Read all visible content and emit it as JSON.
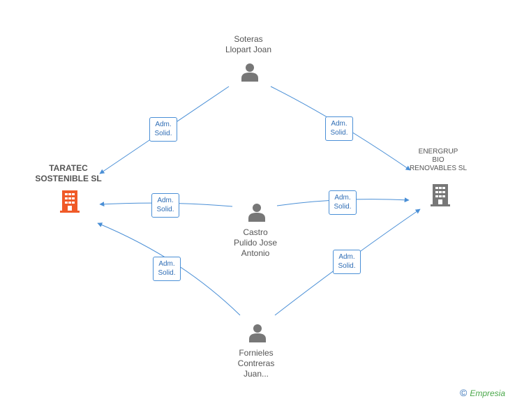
{
  "nodes": {
    "soteras": {
      "line1": "Soteras",
      "line2": "Llopart Joan"
    },
    "castro": {
      "line1": "Castro",
      "line2": "Pulido Jose",
      "line3": "Antonio"
    },
    "fornieles": {
      "line1": "Fornieles",
      "line2": "Contreras",
      "line3": "Juan..."
    },
    "taratec": {
      "line1": "TARATEC",
      "line2": "SOSTENIBLE SL"
    },
    "energrup": {
      "line1": "ENERGRUP",
      "line2": "BIO",
      "line3": "RENOVABLES SL"
    }
  },
  "edges": [
    {
      "line1": "Adm.",
      "line2": "Solid."
    },
    {
      "line1": "Adm.",
      "line2": "Solid."
    },
    {
      "line1": "Adm.",
      "line2": "Solid."
    },
    {
      "line1": "Adm.",
      "line2": "Solid."
    },
    {
      "line1": "Adm.",
      "line2": "Solid."
    },
    {
      "line1": "Adm.",
      "line2": "Solid."
    }
  ],
  "colors": {
    "edge": "#4a8fd6",
    "person": "#777777",
    "company_highlight": "#f05a28",
    "company": "#777777"
  },
  "icons": {
    "person": "person-icon",
    "company": "building-icon"
  },
  "brand": {
    "copyright": "©",
    "name": "Empresia"
  }
}
